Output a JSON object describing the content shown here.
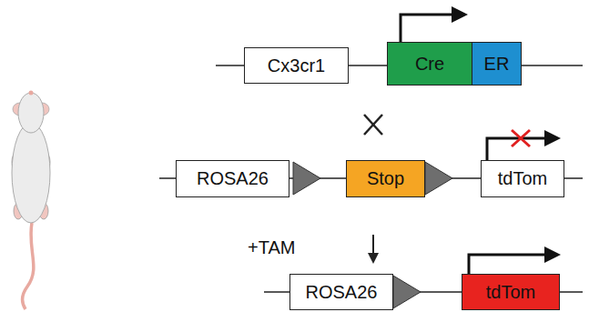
{
  "diagram": {
    "nodes": [
      {
        "text": [
          "Cx3cr1"
        ]
      },
      {
        "text": [
          "Cre"
        ]
      },
      {
        "text": [
          "ER"
        ]
      },
      {
        "text": [
          "ROSA26"
        ]
      },
      {
        "text": [
          "Stop"
        ]
      },
      {
        "text": [
          "tdTom"
        ]
      },
      {
        "text": [
          "ROSA26"
        ]
      },
      {
        "text": [
          "tdTom"
        ]
      }
    ],
    "labels": [
      "+TAM"
    ]
  }
}
